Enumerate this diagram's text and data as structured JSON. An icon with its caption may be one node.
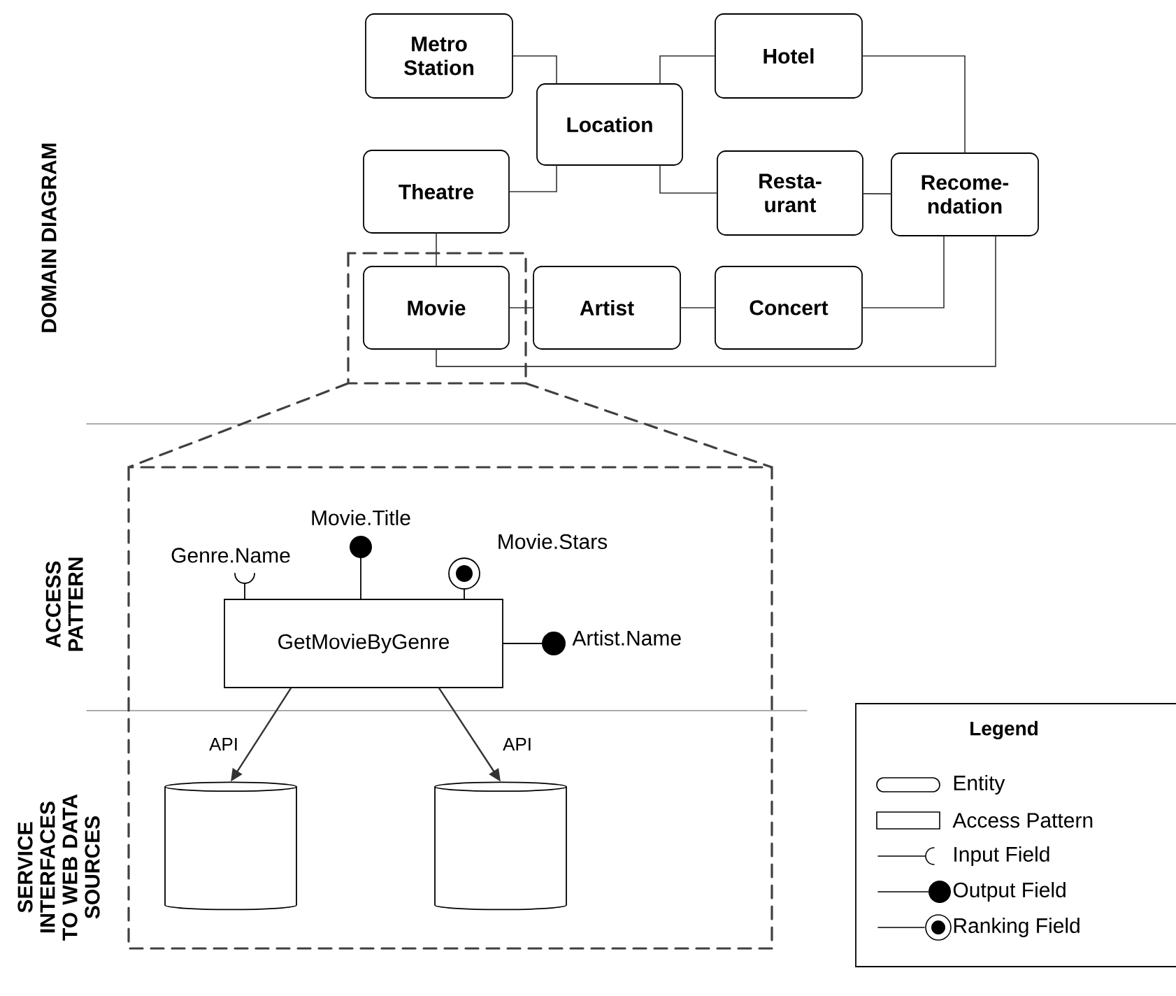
{
  "diagram": {
    "nodes": [
      {
        "text": [
          "Metro Station"
        ]
      },
      {
        "text": [
          "Location"
        ]
      },
      {
        "text": [
          "Hotel"
        ]
      },
      {
        "text": [
          "Theatre"
        ]
      },
      {
        "text": [
          "Resta- urant"
        ]
      },
      {
        "text": [
          "Recome- ndation"
        ]
      },
      {
        "text": [
          "Movie"
        ]
      },
      {
        "text": [
          "Artist"
        ]
      },
      {
        "text": [
          "Concert"
        ]
      },
      {
        "text": [
          "GetMovieByGenre"
        ]
      },
      {
        "text": [],
        "shape": "cylinder"
      },
      {
        "text": [],
        "shape": "cylinder"
      }
    ],
    "edges": [
      {
        "from": 0,
        "to": 1,
        "arrow": "none"
      },
      {
        "from": 1,
        "to": 2,
        "arrow": "none"
      },
      {
        "from": 3,
        "to": 1,
        "arrow": "none"
      },
      {
        "from": 1,
        "to": 4,
        "arrow": "none"
      },
      {
        "from": 2,
        "to": 5,
        "arrow": "none"
      },
      {
        "from": 4,
        "to": 5,
        "arrow": "none"
      },
      {
        "from": 3,
        "to": 6,
        "arrow": "none"
      },
      {
        "from": 6,
        "to": 7,
        "arrow": "none"
      },
      {
        "from": 7,
        "to": 8,
        "arrow": "none"
      },
      {
        "from": 8,
        "to": 5,
        "arrow": "none"
      },
      {
        "from": 6,
        "to": 5,
        "arrow": "none"
      },
      {
        "from": 9,
        "to": 10,
        "arrow": "to",
        "label": "API"
      },
      {
        "from": 9,
        "to": 11,
        "arrow": "to",
        "label": "API"
      }
    ],
    "labels": [
      "DOMAIN DIAGRAM",
      "ACCESS PATTERN",
      "SERVICE INTERFACES TO WEB DATA SOURCES",
      "Movie.Title",
      "Genre.Name",
      "Movie.Stars",
      "Artist.Name",
      "Legend"
    ],
    "legend": [
      {
        "text": "Entity"
      },
      {
        "text": "Access Pattern"
      },
      {
        "text": "Input Field"
      },
      {
        "text": "Output Field"
      },
      {
        "text": "Ranking Field"
      }
    ]
  }
}
